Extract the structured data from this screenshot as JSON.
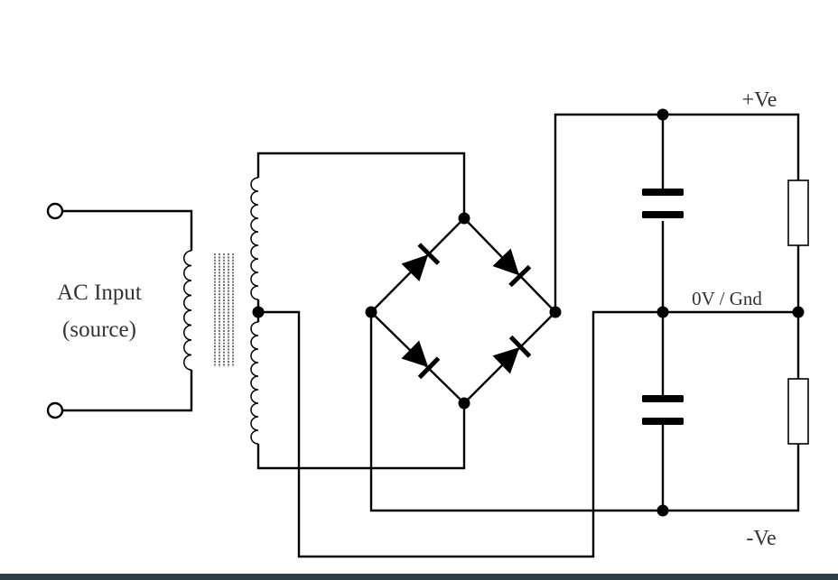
{
  "labels": {
    "ac_input": "AC Input",
    "source": "(source)",
    "positive_rail": "+Ve",
    "ground_rail": "0V / Gnd",
    "negative_rail": "-Ve"
  },
  "colors": {
    "background": "#ffffff",
    "wire": "#000000",
    "label_text": "#333333",
    "bottom_bar": "#2f3e46"
  }
}
